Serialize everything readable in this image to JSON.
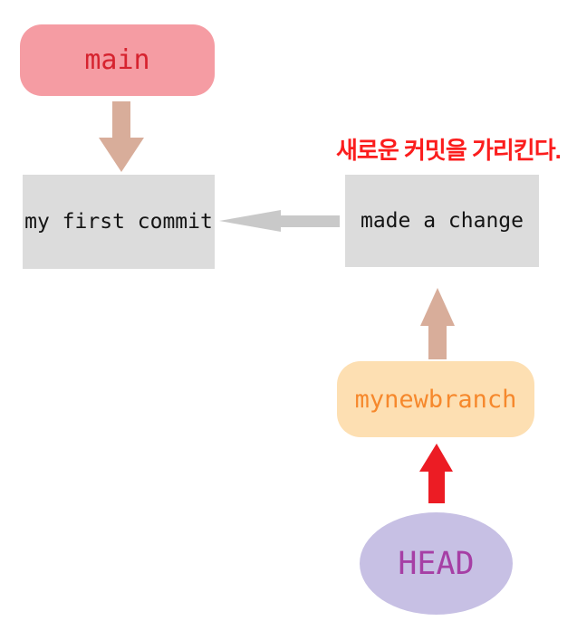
{
  "annotation": {
    "text": "새로운 커밋을 가리킨다."
  },
  "nodes": {
    "main": {
      "label": "main",
      "type": "branch"
    },
    "first_commit": {
      "label": "my first commit",
      "type": "commit"
    },
    "made_change": {
      "label": "made a change",
      "type": "commit"
    },
    "mynewbranch": {
      "label": "mynewbranch",
      "type": "branch"
    },
    "head": {
      "label": "HEAD",
      "type": "pointer"
    }
  },
  "edges": [
    {
      "from": "main",
      "to": "first_commit",
      "direction": "down",
      "color_key": "arrow-tan"
    },
    {
      "from": "made_change",
      "to": "first_commit",
      "direction": "left",
      "color_key": "arrow-gray"
    },
    {
      "from": "mynewbranch",
      "to": "made_change",
      "direction": "up",
      "color_key": "arrow-tan"
    },
    {
      "from": "head",
      "to": "mynewbranch",
      "direction": "up",
      "color_key": "arrow-red"
    }
  ],
  "colors": {
    "main-fill": "#F59CA3",
    "main-text": "#D6232F",
    "commit-fill": "#DCDCDC",
    "commit-text": "#141414",
    "branch-fill": "#FDDFB2",
    "branch-text": "#F6882C",
    "head-fill": "#C7C0E4",
    "head-text": "#A63FA5",
    "arrow-tan": "#D8AD9A",
    "arrow-gray": "#C9C9C9",
    "arrow-red": "#EC1C24",
    "annotation-red": "#FB1D1D",
    "background": "#FFFFFF"
  }
}
